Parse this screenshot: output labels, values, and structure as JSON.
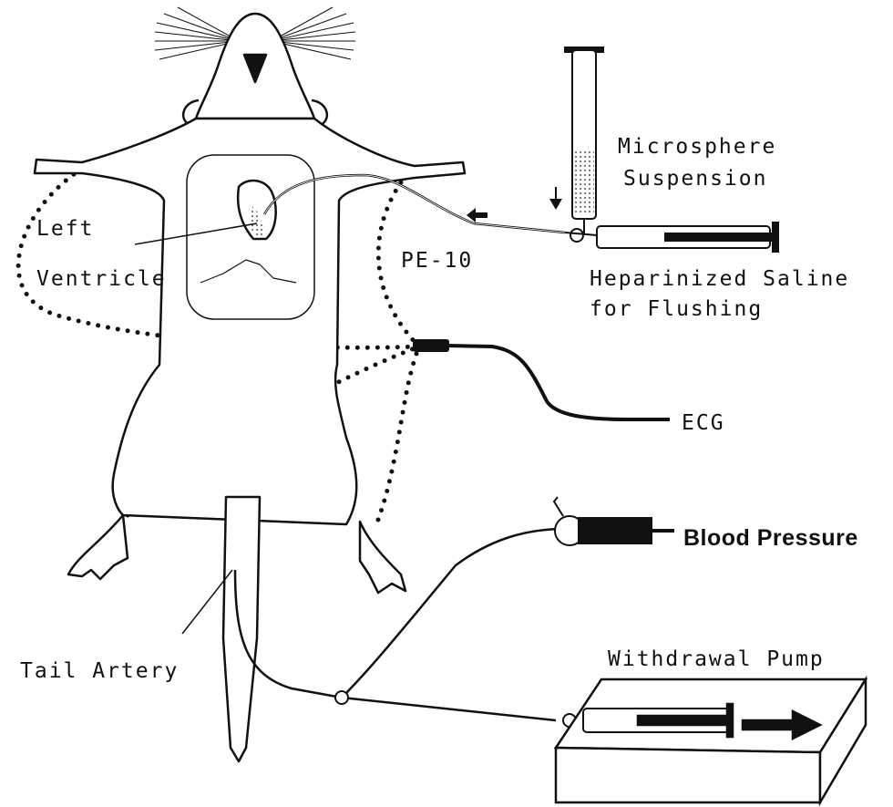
{
  "labels": {
    "microsphere_1": "Microsphere",
    "microsphere_2": "Suspension",
    "left": "Left",
    "ventricle": "Ventricle",
    "pe10": "PE-10",
    "heparinized": "Heparinized Saline",
    "flushing": "for Flushing",
    "ecg": "ECG",
    "blood_pressure": "Blood Pressure",
    "withdrawal_pump": "Withdrawal Pump",
    "tail_artery": "Tail Artery"
  },
  "colors": {
    "ink": "#111111",
    "background": "#ffffff",
    "stipple": "#555555"
  }
}
